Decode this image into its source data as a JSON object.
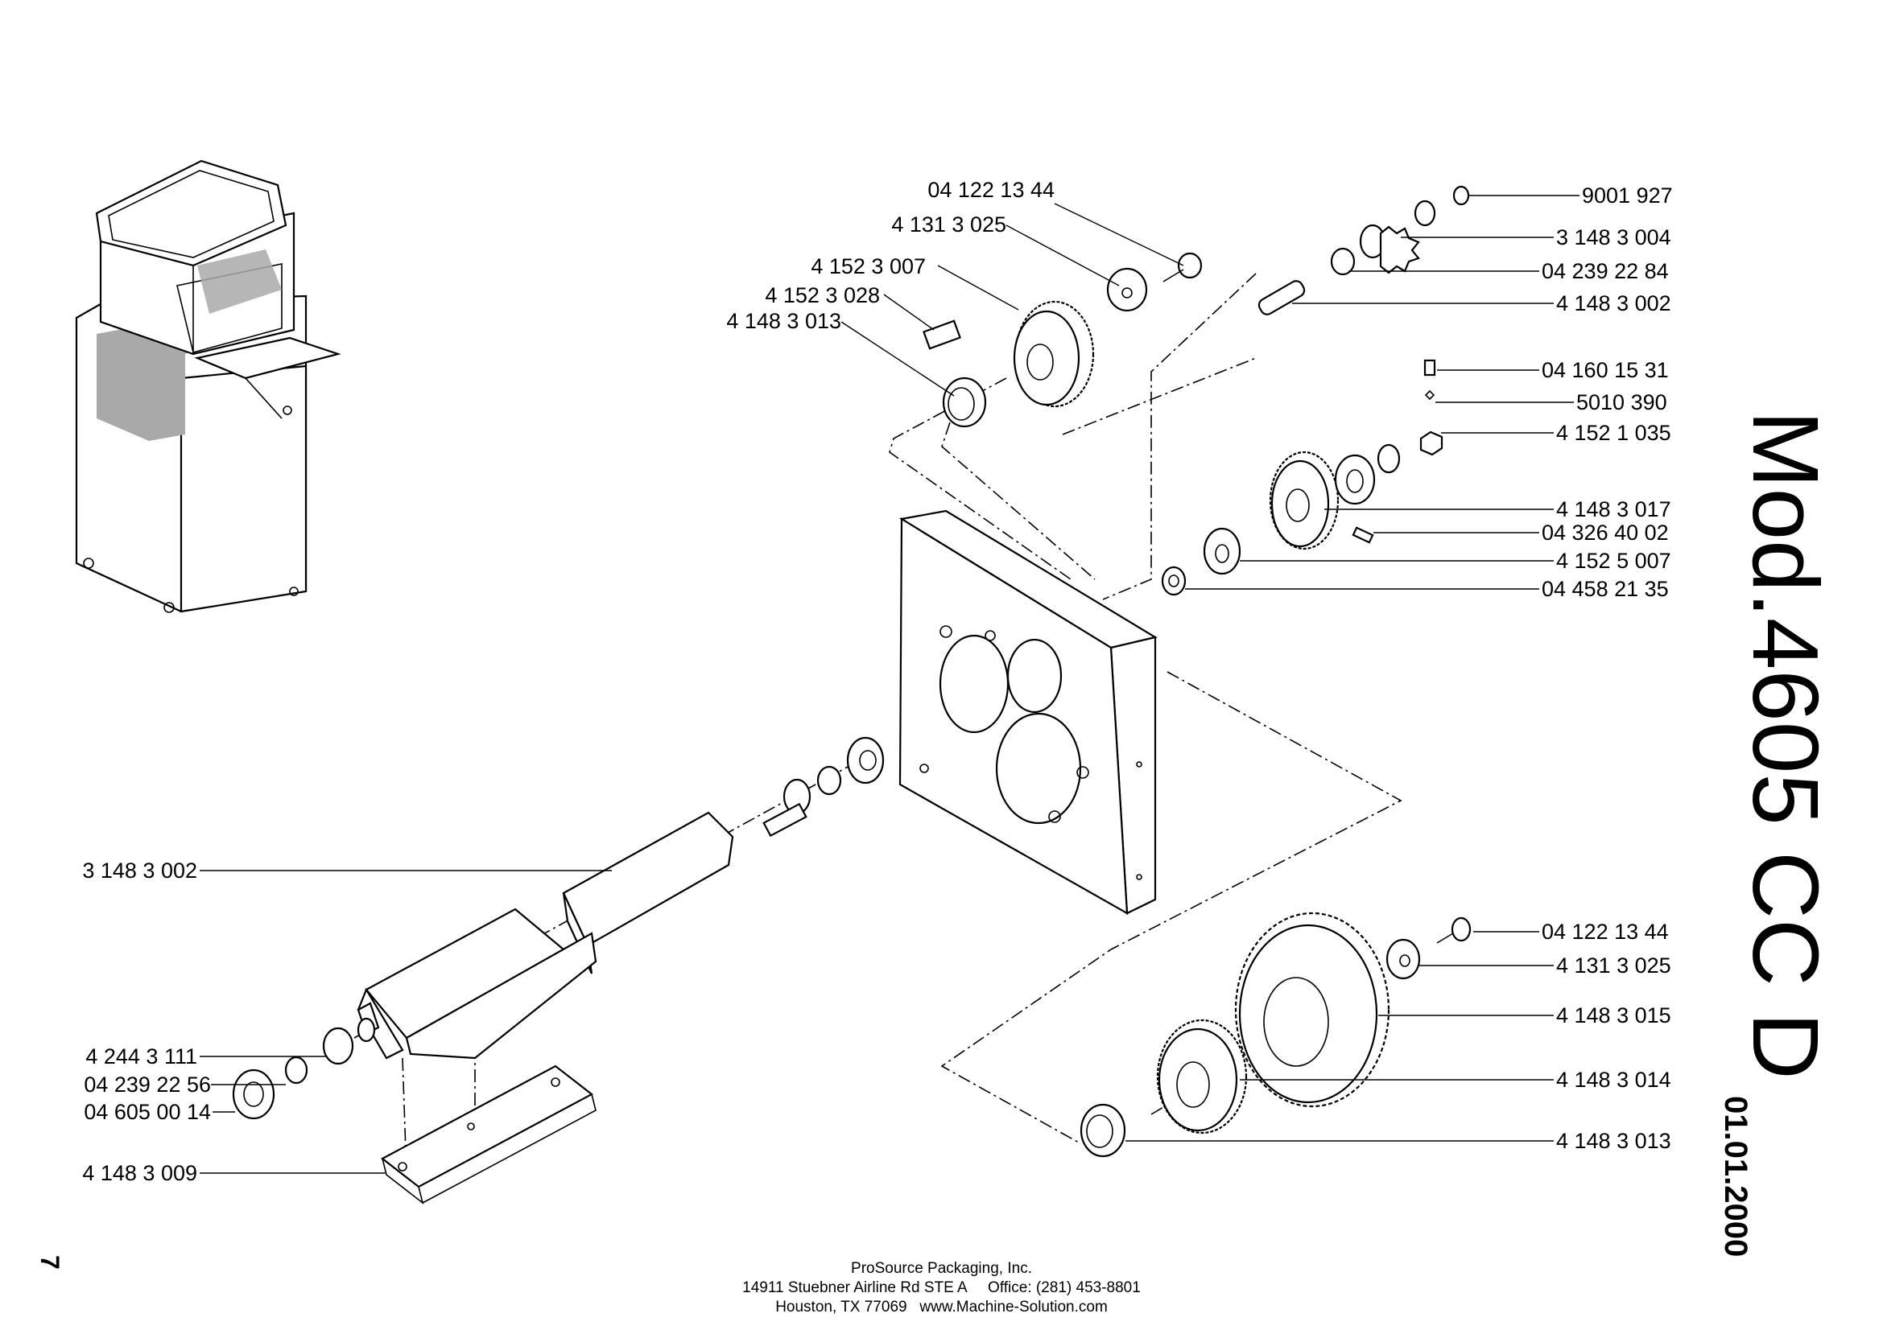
{
  "title": "Mod.4605 CC D",
  "date": "01.01.2000",
  "page_number": "7",
  "footer": {
    "line1": "ProSource Packaging, Inc.",
    "line2": "14911 Stuebner Airline Rd STE A     Office: (281) 453-8801",
    "line3": "Houston, TX 77069   www.Machine-Solution.com"
  },
  "parts": {
    "screw_top": "04 122 13 44",
    "washer_top": "4 131 3 025",
    "gear_top": "4 152 3 007",
    "key_top": "4 152 3 028",
    "seal_top": "4 148 3 013",
    "circlip_right": "9001 927",
    "pinion": "3 148 3 004",
    "circlip_pin": "04 239 22 84",
    "pin": "4 148 3 002",
    "set_screw": "04 160 15 31",
    "ball": "5010 390",
    "nut": "4 152 1 035",
    "flange": "4 148 3 017",
    "key_mid": "04 326 40 02",
    "gear_mid": "4 152 5 007",
    "washer_mid": "04 458 21 35",
    "shaft": "3 148 3 002",
    "bushing": "4 244 3 111",
    "circlip_shaft": "04 239 22 56",
    "bearing": "04 605 00 14",
    "plate": "4 148 3 009",
    "screw_bottom": "04 122 13 44",
    "washer_bottom": "4 131 3 025",
    "sprocket": "4 148 3 015",
    "gear_bottom": "4 148 3 014",
    "seal_bottom": "4 148 3 013"
  }
}
